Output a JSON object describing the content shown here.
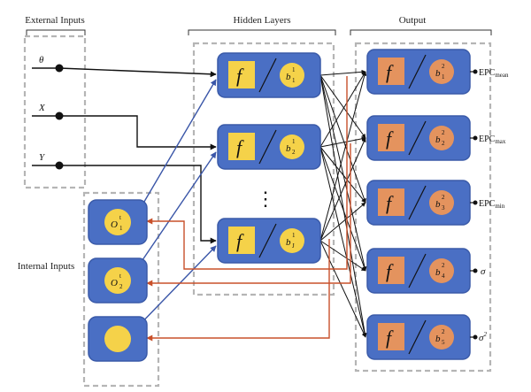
{
  "groups": {
    "external": "External Inputs",
    "hidden": "Hidden Layers",
    "output": "Output",
    "internal": "Internal Inputs"
  },
  "external_inputs": [
    "θ",
    "X",
    "Y"
  ],
  "internal_inputs": [
    {
      "base": "O",
      "sup": "t",
      "sub": "1"
    },
    {
      "base": "O",
      "sup": "t",
      "sub": "2"
    },
    {
      "base": "",
      "sup": "",
      "sub": ""
    }
  ],
  "hidden_nodes": [
    {
      "fn": "f",
      "bias": "b",
      "sup": "1",
      "sub": "1"
    },
    {
      "fn": "f",
      "bias": "b",
      "sup": "1",
      "sub": "2"
    },
    {
      "fn": "f",
      "bias": "b",
      "sup": "1",
      "sub": "J"
    }
  ],
  "ellipsis": "⋮",
  "output_nodes": [
    {
      "fn": "f",
      "bias": "b",
      "sup": "2",
      "sub": "1",
      "label": "EPC",
      "label_sub": "mean",
      "label_sup": "",
      "italic": false
    },
    {
      "fn": "f",
      "bias": "b",
      "sup": "2",
      "sub": "2",
      "label": "EPC",
      "label_sub": "max",
      "label_sup": "",
      "italic": false
    },
    {
      "fn": "f",
      "bias": "b",
      "sup": "2",
      "sub": "3",
      "label": "EPC",
      "label_sub": "min",
      "label_sup": "",
      "italic": false
    },
    {
      "fn": "f",
      "bias": "b",
      "sup": "2",
      "sub": "4",
      "label": "σ",
      "label_sub": "",
      "label_sup": "",
      "italic": true
    },
    {
      "fn": "f",
      "bias": "b",
      "sup": "2",
      "sub": "5",
      "label": "σ",
      "label_sub": "",
      "label_sup": "2",
      "italic": true
    }
  ],
  "colors": {
    "node_blue": "#4a6fc4",
    "node_blue_stroke": "#3a5aa8",
    "hidden_square": "#f5d249",
    "hidden_circle": "#f5d249",
    "output_square": "#e4935e",
    "output_circle": "#e4935e",
    "internal_circle": "#f5d249",
    "feedback_line": "#c8502a",
    "internal_line": "#3a56a8",
    "group_border": "#b5b5b5"
  }
}
